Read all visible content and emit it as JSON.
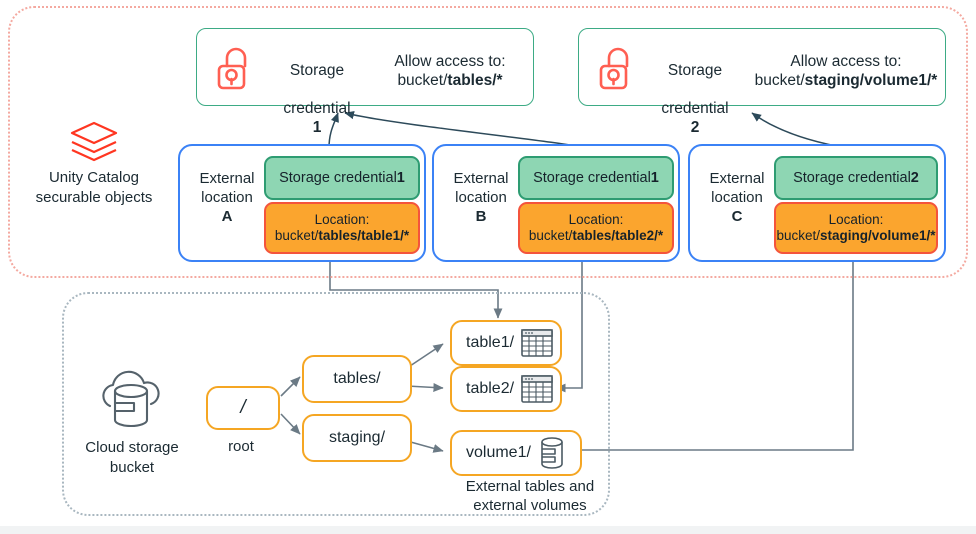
{
  "diagram": {
    "title": "Unity Catalog external locations and storage credentials",
    "regions": {
      "unity_catalog": {
        "label": "Unity Catalog\nsecurable objects",
        "icon": "databricks-layers-icon",
        "border_color": "#f4a9a0"
      },
      "cloud": {
        "label": "Cloud storage\nbucket",
        "icon": "cloud-database-icon",
        "border_color": "#a9b7c0"
      }
    },
    "credentials": [
      {
        "id": "cred1",
        "icon": "open-padlock-icon",
        "title_line1": "Storage",
        "title_line2": "credential",
        "title_number": "1",
        "allow_line1": "Allow access to:",
        "allow_prefix": "bucket/",
        "allow_bold": "tables/*"
      },
      {
        "id": "cred2",
        "icon": "open-padlock-icon",
        "title_line1": "Storage",
        "title_line2": "credential",
        "title_number": "2",
        "allow_line1": "Allow access to:",
        "allow_prefix": "bucket/",
        "allow_bold": "staging/volume1/*"
      }
    ],
    "external_locations": [
      {
        "id": "locA",
        "label_line1": "External",
        "label_line2": "location",
        "label_letter": "A",
        "credential_prefix": "Storage credential ",
        "credential_number": "1",
        "location_title": "Location:",
        "location_prefix": "bucket/",
        "location_bold": "tables/table1/*"
      },
      {
        "id": "locB",
        "label_line1": "External",
        "label_line2": "location",
        "label_letter": "B",
        "credential_prefix": "Storage credential ",
        "credential_number": "1",
        "location_title": "Location:",
        "location_prefix": "bucket/",
        "location_bold": "tables/table2/*"
      },
      {
        "id": "locC",
        "label_line1": "External",
        "label_line2": "location",
        "label_letter": "C",
        "credential_prefix": "Storage credential ",
        "credential_number": "2",
        "location_title": "Location:",
        "location_prefix": "bucket/",
        "location_bold": "staging/volume1/*"
      }
    ],
    "tree": {
      "root": {
        "label": "/",
        "caption": "root"
      },
      "folders": [
        {
          "id": "tables",
          "label": "tables/"
        },
        {
          "id": "staging",
          "label": "staging/"
        }
      ],
      "leaves": [
        {
          "id": "table1",
          "label": "table1/",
          "icon": "table-grid-icon"
        },
        {
          "id": "table2",
          "label": "table2/",
          "icon": "table-grid-icon"
        },
        {
          "id": "volume1",
          "label": "volume1/",
          "icon": "database-cylinder-icon"
        }
      ],
      "leaf_caption": "External tables and\nexternal volumes"
    },
    "colors": {
      "credential_border": "#3dab85",
      "location_border": "#3b82f6",
      "chip_green_fill": "#8ed6b3",
      "chip_green_border": "#2e9c72",
      "chip_orange_fill": "#fba52e",
      "chip_orange_border": "#f4543c",
      "node_border": "#f5a623",
      "icon_red": "#ff5f52",
      "connector": "#6b7a85"
    }
  }
}
